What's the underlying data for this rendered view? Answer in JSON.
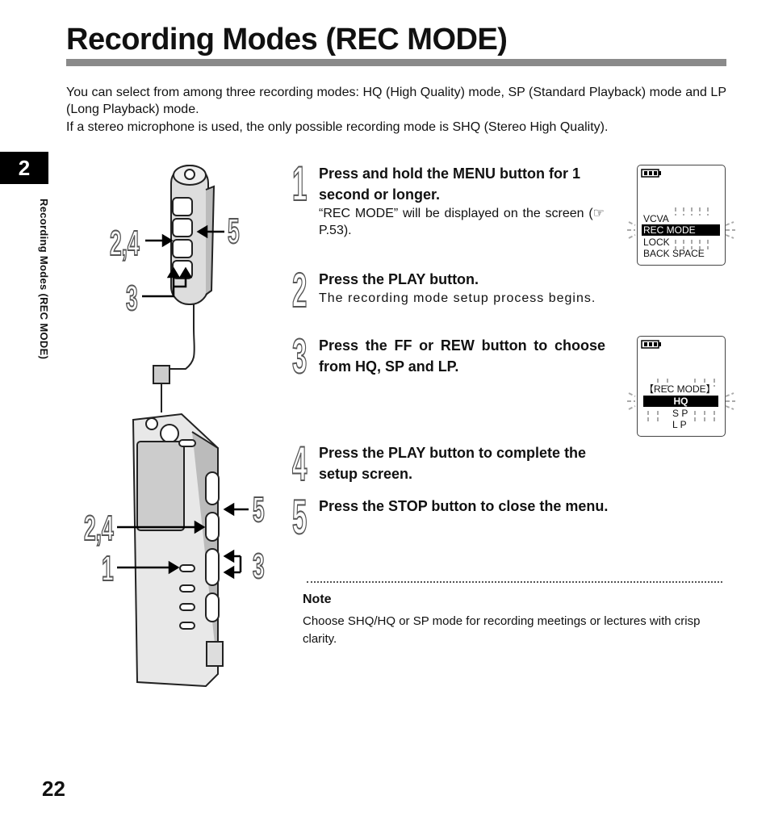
{
  "page": {
    "title": "Recording Modes (REC MODE)",
    "intro_line1": "You can select from among three recording modes: HQ (High Quality) mode, SP (Standard Playback) mode and LP (Long Playback) mode.",
    "intro_line2": "If a stereo microphone is used, the only possible recording mode is SHQ (Stereo High Quality).",
    "chapter_number": "2",
    "side_label": "Recording Modes (REC MODE)",
    "page_number": "22"
  },
  "steps": [
    {
      "number": "1",
      "pre": "Press and hold the ",
      "key": "MENU",
      "post": " button for 1 second or longer.",
      "body": "“REC MODE” will be displayed on the screen (☞ P.53)."
    },
    {
      "number": "2",
      "pre": "Press the ",
      "key": "PLAY",
      "post": " button.",
      "body": "The recording mode setup process begins."
    },
    {
      "number": "3",
      "pre": "Press the ",
      "key": "FF",
      "mid": " or ",
      "key2": "REW",
      "post": " button to choose from HQ, SP and LP.",
      "body": ""
    },
    {
      "number": "4",
      "pre": "Press the ",
      "key": "PLAY",
      "post": " button to complete the setup screen.",
      "body": ""
    },
    {
      "number": "5",
      "pre": "Press the ",
      "key": "STOP",
      "post": " button to close the menu.",
      "body": ""
    }
  ],
  "lcd1": {
    "items": [
      "VCVA",
      "REC MODE",
      "LOCK",
      "BACK SPACE"
    ]
  },
  "lcd2": {
    "items": [
      "【REC MODE】",
      "HQ",
      "S P",
      "L P"
    ]
  },
  "callouts": {
    "mic_left": "2,4",
    "mic_right": "5",
    "mic_bottom": "3",
    "rec_left_top": "2,4",
    "rec_left_bottom": "1",
    "rec_right_top": "5",
    "rec_right_bottom": "3"
  },
  "note": {
    "title": "Note",
    "text": "Choose SHQ/HQ or SP mode for recording meetings or lectures with crisp clarity."
  }
}
